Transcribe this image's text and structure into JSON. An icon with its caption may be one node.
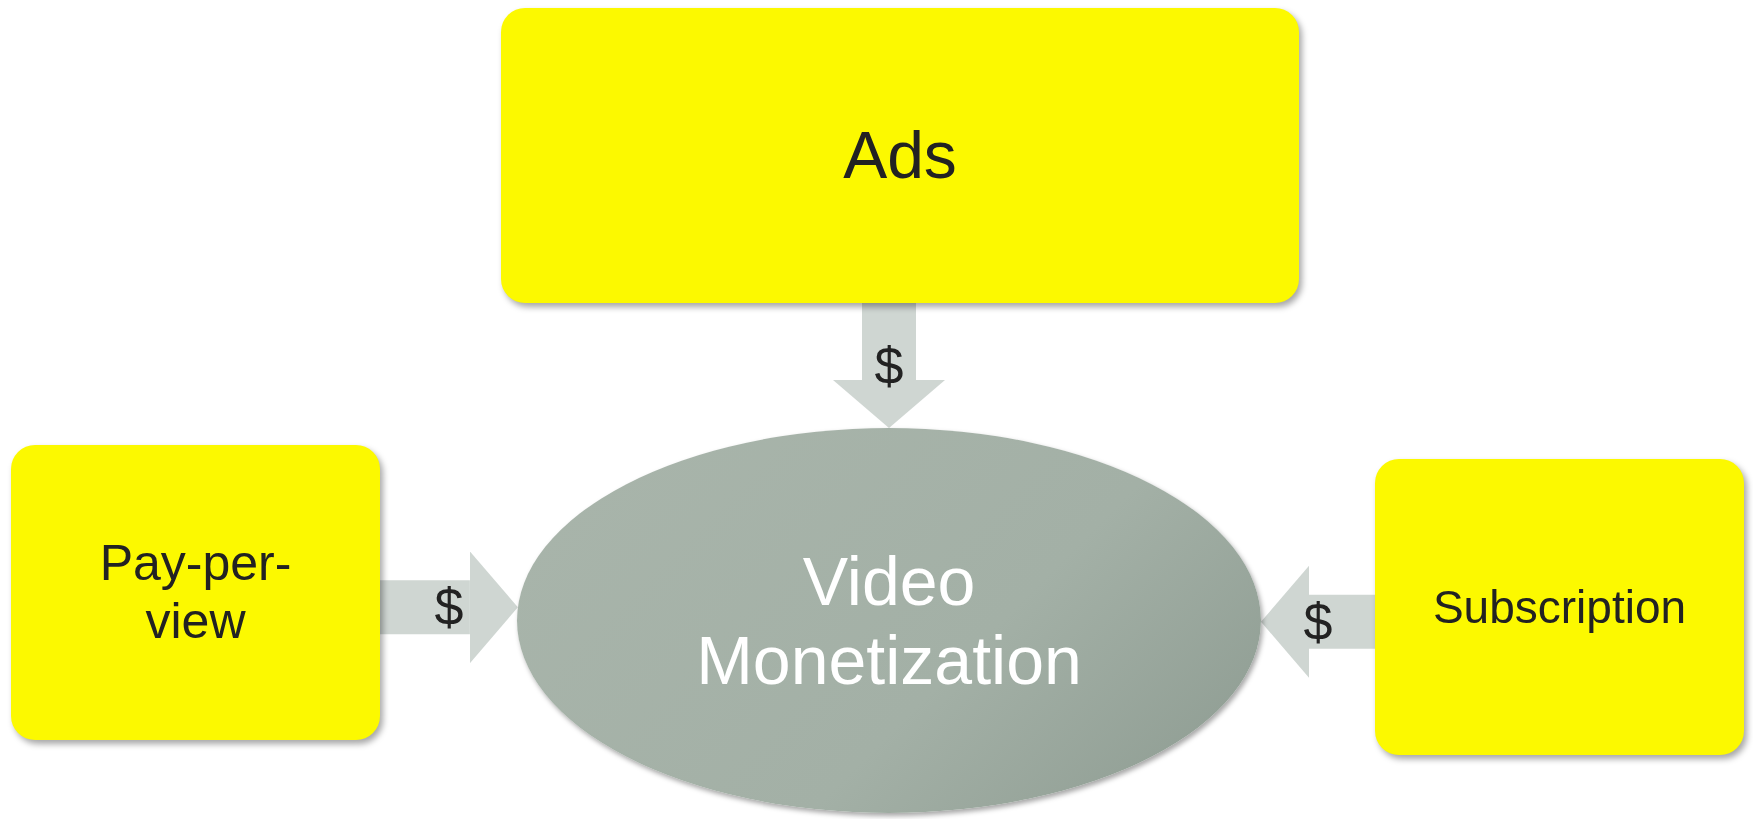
{
  "diagram": {
    "nodes": [
      {
        "text": [
          "Ads"
        ]
      },
      {
        "text": [
          "Pay-per-view"
        ]
      },
      {
        "text": [
          "Video Monetization"
        ]
      },
      {
        "text": [
          "Subscription"
        ]
      }
    ],
    "edges": [
      {
        "from": 0,
        "to": 2,
        "arrow": "to",
        "label": "$"
      },
      {
        "from": 1,
        "to": 2,
        "arrow": "to",
        "label": "$"
      },
      {
        "from": 3,
        "to": 2,
        "arrow": "to",
        "label": "$"
      }
    ]
  }
}
